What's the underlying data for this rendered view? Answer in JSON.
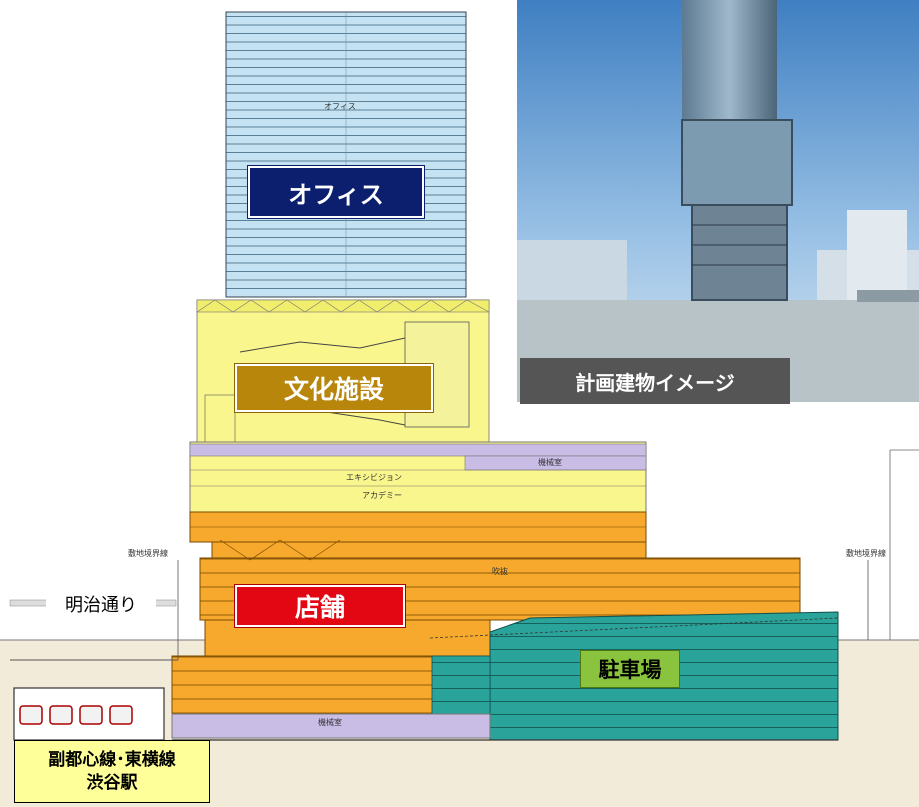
{
  "labels": {
    "office": "オフィス",
    "culture": "文化施設",
    "shops": "店舗",
    "parking": "駐車場",
    "image_caption": "計画建物イメージ",
    "meiji_street": "明治通り",
    "station_line1": "副都心線･東横線",
    "station_line2": "渋谷駅"
  },
  "small_labels": {
    "office_floor": "オフィス",
    "machine_room_upper": "機械室",
    "exhibition": "エキシビジョン",
    "academy": "アカデミー",
    "atrium": "吹抜",
    "machine_room_lower": "機械室",
    "boundary_left": "敷地境界線",
    "boundary_right": "敷地境界線"
  },
  "colors": {
    "office": "#bfe0f0",
    "culture": "#f7f58a",
    "shops": "#f5a623",
    "parking": "#2aa29c",
    "machine": "#c9bde6",
    "office_label_bg": "#0b1f6e",
    "culture_label_bg": "#b8860b",
    "shops_label_bg": "#e30613",
    "parking_label_bg": "#8ac43f",
    "caption_bg": "#555555",
    "station_label_bg": "#ffff99"
  }
}
